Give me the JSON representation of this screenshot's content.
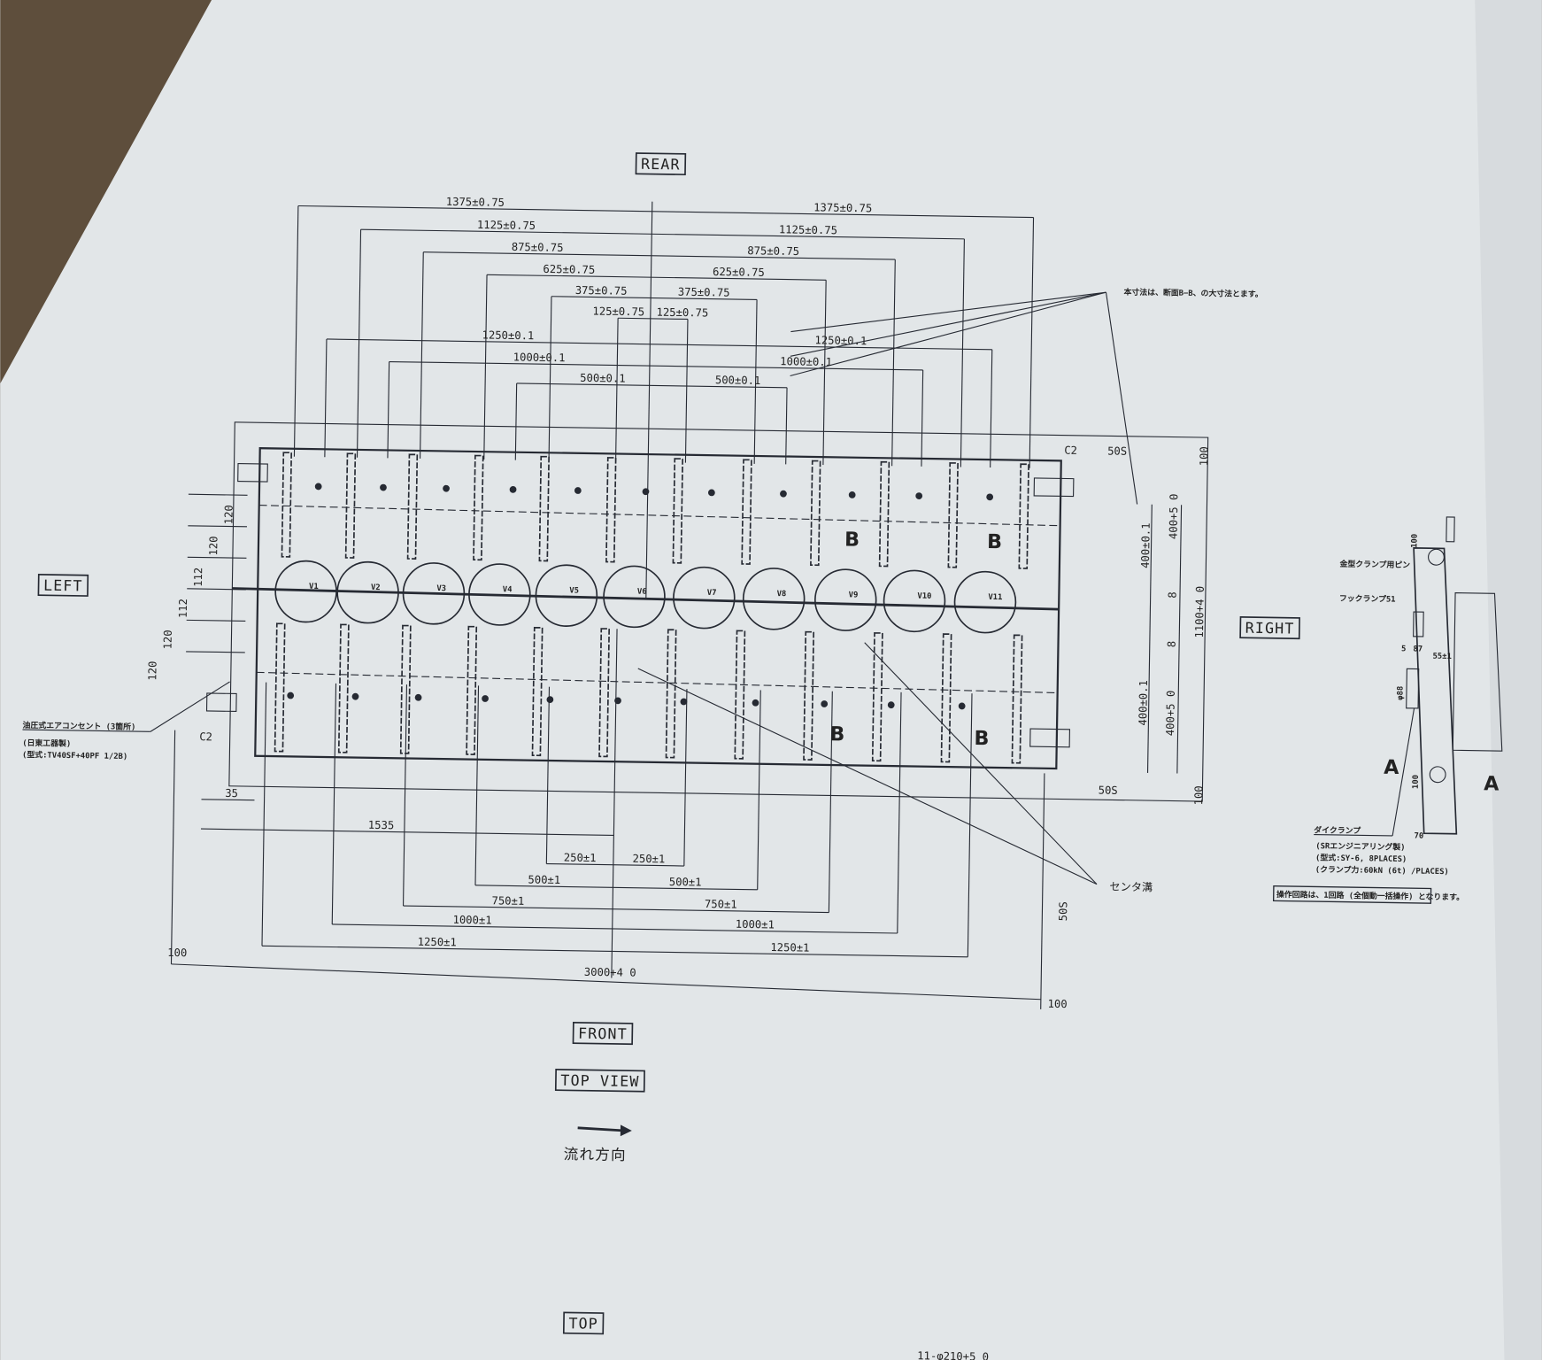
{
  "colors": {
    "paper": "#e2e6e8",
    "ink": "#262a33",
    "background": "#5e4e3c"
  },
  "labels": {
    "rear": "REAR",
    "front": "FRONT",
    "left": "LEFT",
    "right": "RIGHT",
    "top_view": "TOP VIEW",
    "flow_direction": "流れ方向",
    "top": "TOP",
    "bottom_note": "11-φ210+5 0",
    "center_groove": "センタ溝",
    "section_marker": "B",
    "detail_marker": "A"
  },
  "notes": {
    "section_note": "本寸法は、断面B−B、の大寸法とます。",
    "left_note_1": "油圧式エアコンセント (3箇所)",
    "left_note_2": "(日東工器製)",
    "left_note_3": "(型式:TV40SF+40PF 1/2B)",
    "detail_note_1": "金型クランプ用ピン",
    "detail_note_2": "フックランプ51",
    "detail_note_3": "ダイクランプ",
    "detail_note_4": "(SRエンジニアリング製)",
    "detail_note_5": "(型式:SY-6, 8PLACES)",
    "detail_note_6": "(クランプ力:60kN (6t) /PLACES)",
    "operation_note": "操作回路は、1回路 (全個動一括操作) となります。"
  },
  "rear_dims_left": [
    "1375±0.75",
    "1125±0.75",
    "875±0.75",
    "625±0.75",
    "375±0.75",
    "125±0.75"
  ],
  "rear_dims_right": [
    "1375±0.75",
    "1125±0.75",
    "875±0.75",
    "625±0.75",
    "375±0.75",
    "125±0.75"
  ],
  "slot_dims_left": [
    "1250±0.1",
    "1000±0.1",
    "500±0.1"
  ],
  "slot_dims_right": [
    "1250±0.1",
    "1000±0.1",
    "500±0.1"
  ],
  "front_dims_left": [
    "250±1",
    "500±1",
    "750±1",
    "1000±1",
    "1250±1"
  ],
  "front_dims_right": [
    "250±1",
    "500±1",
    "750±1",
    "1000±1",
    "1250±1"
  ],
  "front_misc": {
    "d35": "35",
    "d1535": "1535",
    "total": "3000+4 0",
    "d100a": "100",
    "d100b": "100",
    "d50s": "50S"
  },
  "left_dims": [
    "120",
    "120",
    "112",
    "112",
    "120",
    "120"
  ],
  "right_dims": {
    "top_400a": "400±0.1",
    "top_400b": "400+5 0",
    "gap_8a": "8",
    "gap_8b": "8",
    "total": "1100+4 0",
    "bot_400a": "400±0.1",
    "bot_400b": "400+5 0",
    "d100_top": "100",
    "d100_bot": "100",
    "s50_top": "50S",
    "s50_bot": "50S",
    "c2a": "C2",
    "c2b": "C2"
  },
  "cylinders": [
    "V1",
    "V2",
    "V3",
    "V4",
    "V5",
    "V6",
    "V7",
    "V8",
    "V9",
    "V10",
    "V11"
  ],
  "detail_dims": [
    "100",
    "5",
    "87",
    "55±1",
    "φ88",
    "100",
    "70"
  ]
}
